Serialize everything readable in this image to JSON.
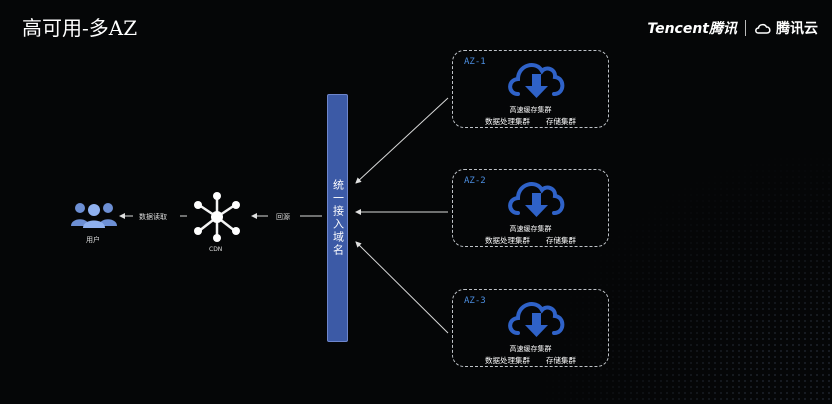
{
  "slide": {
    "title": "高可用-多AZ"
  },
  "brand": {
    "tencent_en": "Tencent",
    "tencent_cn": "腾讯",
    "cloud_cn": "腾讯云"
  },
  "left": {
    "users_label": "用户",
    "data_read_label": "数据读取",
    "cdn_label": "CDN",
    "origin_label": "回源"
  },
  "domain": {
    "label": "统一接入域名"
  },
  "azs": [
    {
      "name": "AZ-1",
      "cache_cluster": "高速缓存集群",
      "data_cluster": "数据处理集群",
      "storage_cluster": "存储集群"
    },
    {
      "name": "AZ-2",
      "cache_cluster": "高速缓存集群",
      "data_cluster": "数据处理集群",
      "storage_cluster": "存储集群"
    },
    {
      "name": "AZ-3",
      "cache_cluster": "高速缓存集群",
      "data_cluster": "数据处理集群",
      "storage_cluster": "存储集群"
    }
  ],
  "colors": {
    "accent_blue": "#2f62c8",
    "bar_blue": "#3c5aa6",
    "az_label_blue": "#4c8ee0",
    "background": "#050607"
  }
}
